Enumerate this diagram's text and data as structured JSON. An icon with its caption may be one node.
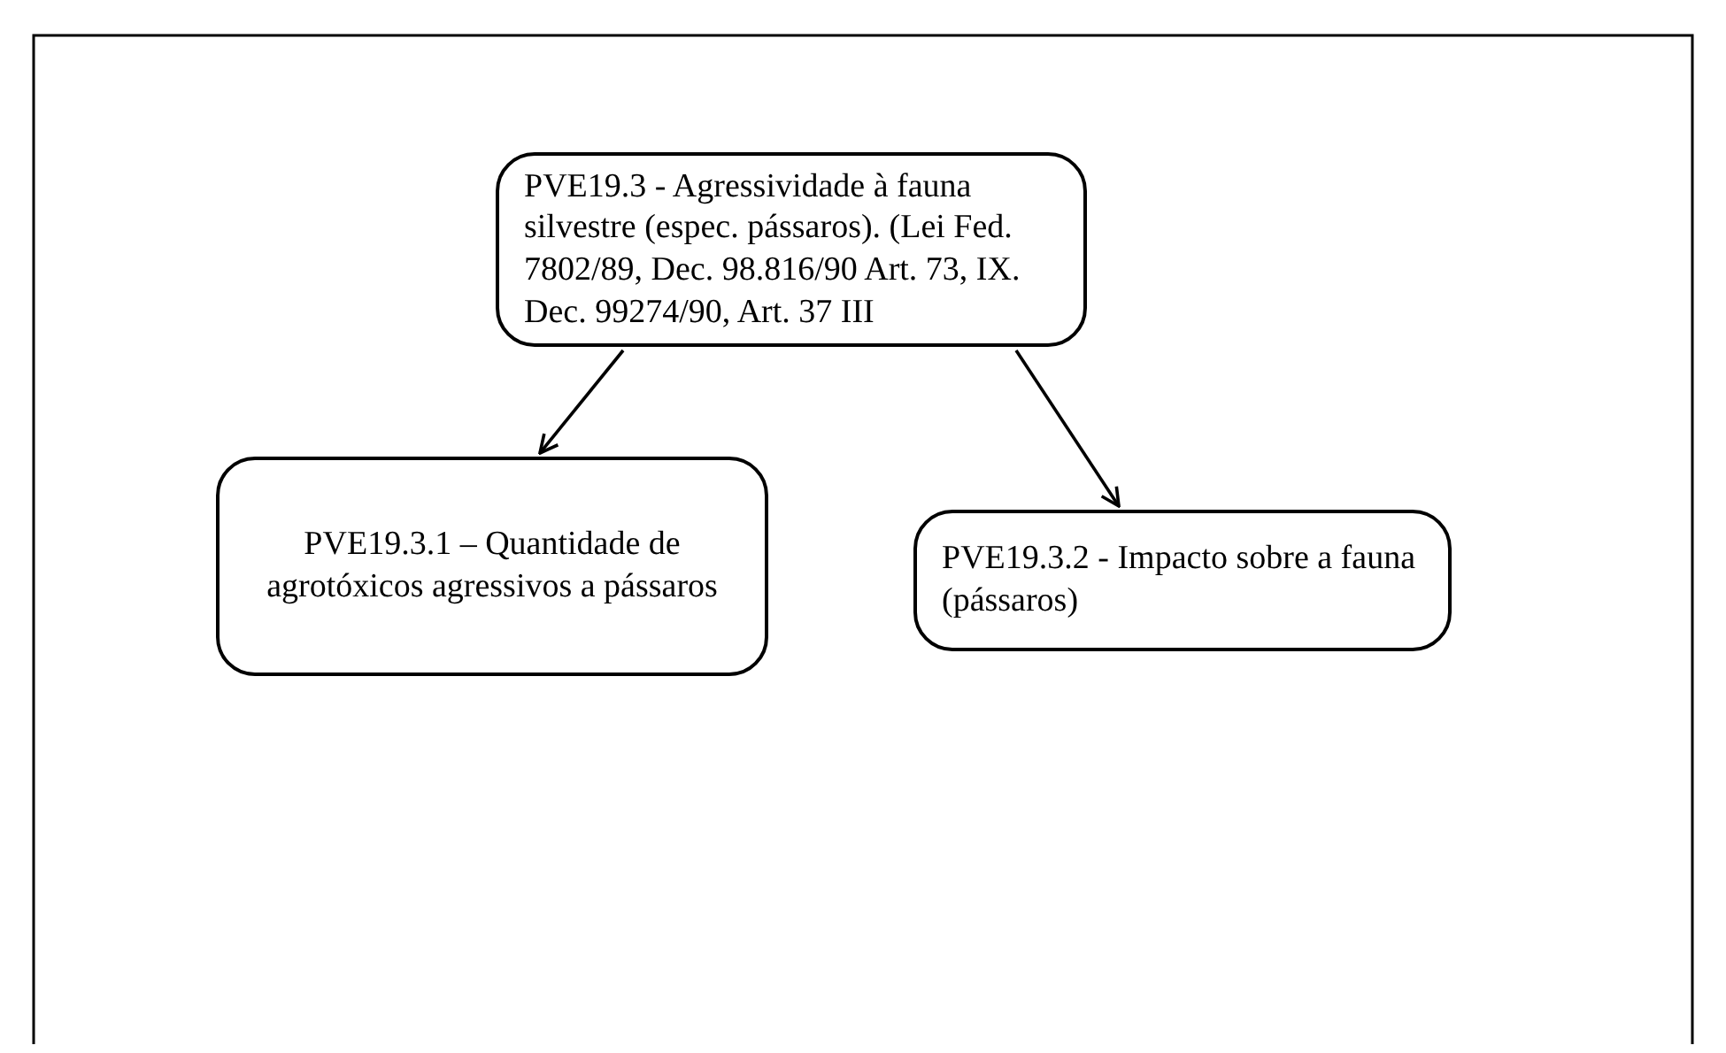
{
  "diagram": {
    "nodes": [
      {
        "text": [
          "PVE19.3 - Agressividade à fauna silvestre (espec. pássaros). (Lei Fed. 7802/89, Dec. 98.816/90 Art. 73, IX. Dec. 99274/90, Art. 37 III"
        ]
      },
      {
        "text": [
          "PVE19.3.1 – Quantidade de agrotóxicos agressivos a pássaros"
        ]
      },
      {
        "text": [
          "PVE19.3.2 - Impacto sobre a fauna (pássaros)"
        ]
      }
    ],
    "edges": [
      {
        "from": 0,
        "to": 1,
        "arrow": "to"
      },
      {
        "from": 0,
        "to": 2,
        "arrow": "to"
      }
    ]
  }
}
